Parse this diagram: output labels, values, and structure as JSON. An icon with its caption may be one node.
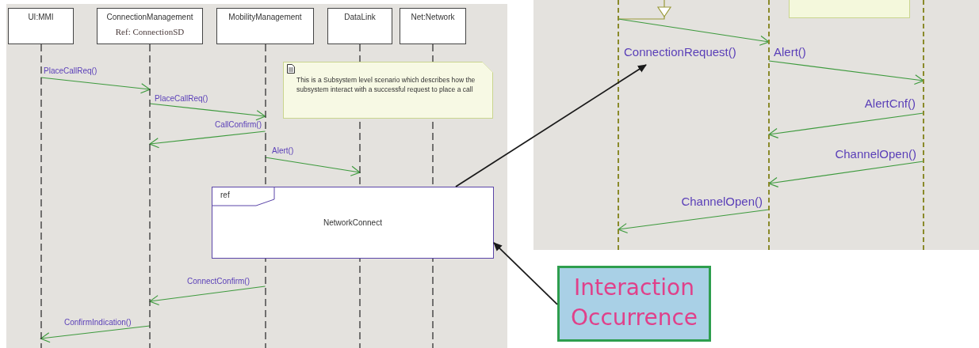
{
  "diagram": {
    "nodes": [
      {
        "text": [
          "UI:MMI"
        ]
      },
      {
        "text": [
          "ConnectionManagement",
          "Ref: ConnectionSD"
        ]
      },
      {
        "text": [
          "MobilityManagement"
        ]
      },
      {
        "text": [
          "DataLink"
        ]
      },
      {
        "text": [
          "Net:Network"
        ]
      },
      {
        "text": [
          "This is a Subsystem level scenario which describes how the subsystem interact with a successful request to place a call"
        ]
      },
      {
        "text": [
          "ref",
          "NetworkConnect"
        ]
      },
      {
        "text": [],
        "shape": "line"
      },
      {
        "text": [],
        "shape": "line"
      },
      {
        "text": [],
        "shape": "line"
      },
      {
        "text": [],
        "shape": "box"
      },
      {
        "text": [
          "Interaction Occurrence"
        ]
      }
    ],
    "edges": [
      {
        "from": 0,
        "to": 1,
        "arrow": "to",
        "label": "PlaceCallReq()"
      },
      {
        "from": 1,
        "to": 2,
        "arrow": "to",
        "label": "PlaceCallReq()"
      },
      {
        "from": 2,
        "to": 1,
        "arrow": "to",
        "label": "CallConfirm()"
      },
      {
        "from": 2,
        "to": 3,
        "arrow": "to",
        "label": "Alert()"
      },
      {
        "from": 2,
        "to": 1,
        "arrow": "to",
        "label": "ConnectConfirm()"
      },
      {
        "from": 1,
        "to": 0,
        "arrow": "to",
        "label": "ConfirmIndication()"
      },
      {
        "from": 7,
        "to": 8,
        "arrow": "to",
        "label": "ConnectionRequest()"
      },
      {
        "from": 8,
        "to": 9,
        "arrow": "to",
        "label": "Alert()"
      },
      {
        "from": 9,
        "to": 8,
        "arrow": "to",
        "label": "AlertCnf()"
      },
      {
        "from": 9,
        "to": 8,
        "arrow": "to",
        "label": "ChannelOpen()"
      },
      {
        "from": 8,
        "to": 7,
        "arrow": "to",
        "label": "ChannelOpen()"
      },
      {
        "from": 6,
        "to": null,
        "arrow": "to",
        "color": "#1a1a1a"
      },
      {
        "from": 11,
        "to": 6,
        "arrow": "to",
        "color": "#1a1a1a"
      }
    ]
  }
}
